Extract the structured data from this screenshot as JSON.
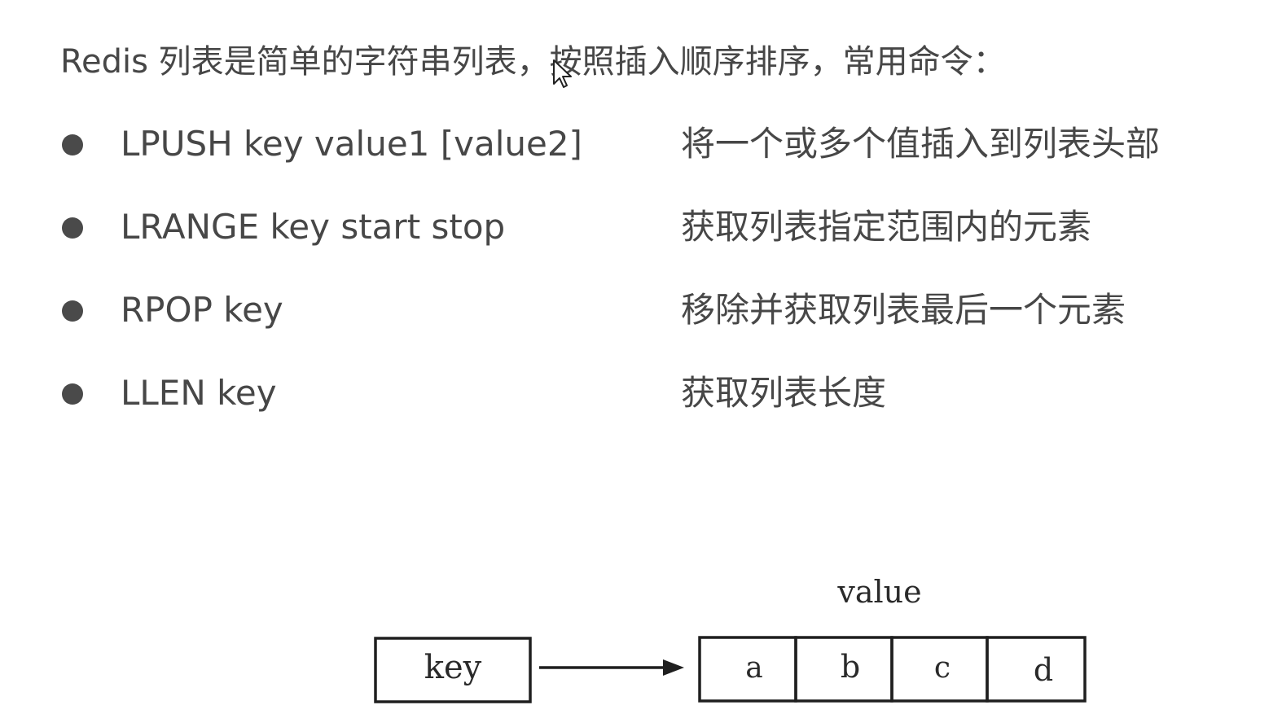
{
  "intro": {
    "text": "Redis 列表是简单的字符串列表，按照插入顺序排序，常用命令："
  },
  "commands": [
    {
      "command": "LPUSH key value1 [value2]",
      "description": "将一个或多个值插入到列表头部"
    },
    {
      "command": "LRANGE key start stop",
      "description": "获取列表指定范围内的元素"
    },
    {
      "command": "RPOP key",
      "description": "移除并获取列表最后一个元素"
    },
    {
      "command": "LLEN key",
      "description": "获取列表长度"
    }
  ],
  "diagram": {
    "key_label": "key",
    "value_label": "value",
    "cells": [
      "a",
      "b",
      "c",
      "d"
    ]
  },
  "icons": {
    "cursor": "mouse-pointer-icon",
    "bullet": "bullet-dot-icon",
    "arrow": "arrow-right-icon"
  },
  "colors": {
    "text": "#474747",
    "bullet": "#4a4a4a",
    "diagram_stroke": "#1f1f1f"
  }
}
